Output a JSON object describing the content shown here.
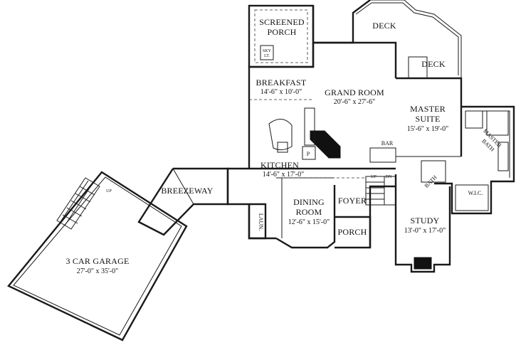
{
  "rooms": {
    "screened_porch": {
      "name_line1": "SCREENED",
      "name_line2": "PORCH",
      "skylight_line1": "SKY",
      "skylight_line2": "LT."
    },
    "deck_top": {
      "name": "DECK"
    },
    "deck_right": {
      "name": "DECK"
    },
    "breakfast": {
      "name": "BREAKFAST",
      "dims": "14'-6\" x 10'-0\""
    },
    "grand_room": {
      "name": "GRAND ROOM",
      "dims": "20'-6\" x 27'-6\""
    },
    "master_suite": {
      "name_line1": "MASTER",
      "name_line2": "SUITE",
      "dims": "15'-6\" x 19'-0\""
    },
    "master_bath": {
      "name_line1": "MASTER",
      "name_line2": "BATH"
    },
    "kitchen": {
      "name": "KITCHEN",
      "dims": "14'-6\" x 17'-0\""
    },
    "breezeway": {
      "name": "BREEZEWAY"
    },
    "garage": {
      "name": "3 CAR GARAGE",
      "dims": "27'-0\" x 35'-0\""
    },
    "dining_room": {
      "name_line1": "DINING",
      "name_line2": "ROOM",
      "dims": "12'-6\" x 15'-0\""
    },
    "foyer": {
      "name": "FOYER"
    },
    "porch": {
      "name": "PORCH"
    },
    "study": {
      "name": "STUDY",
      "dims": "13'-0\" x 17'-0\""
    },
    "wic": {
      "name": "W.I.C."
    },
    "bath": {
      "name": "BATH"
    },
    "laundry": {
      "name": "LAUN."
    },
    "bar": {
      "name": "BAR"
    },
    "pantry": {
      "name": "P"
    }
  },
  "stairs": {
    "up": "UP",
    "down": "DN",
    "garage_up": "UP"
  }
}
